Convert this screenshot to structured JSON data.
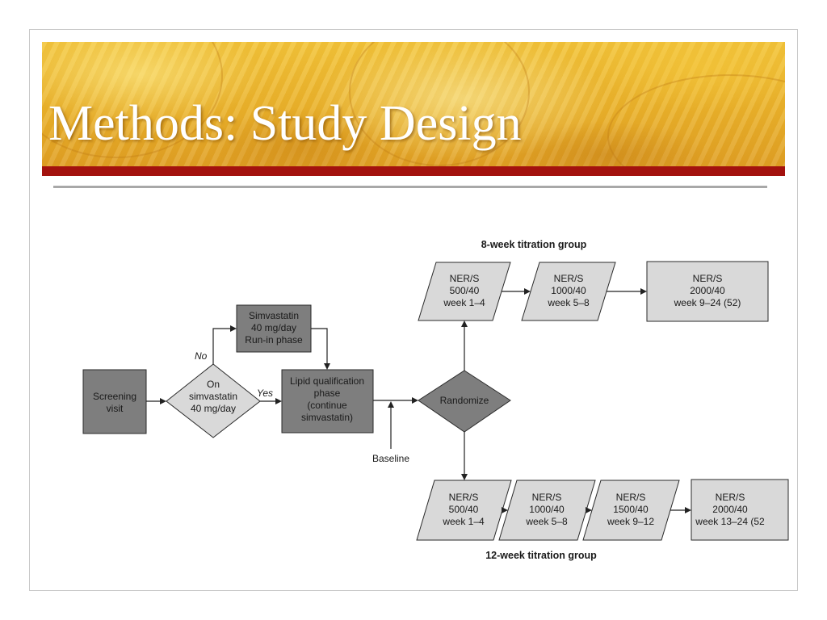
{
  "slide": {
    "title": "Methods: Study Design"
  },
  "diagram": {
    "nodes": {
      "screening": [
        "Screening",
        "visit"
      ],
      "on_simva": [
        "On",
        "simvastatin",
        "40 mg/day"
      ],
      "runin": [
        "Simvastatin",
        "40 mg/day",
        "Run-in phase"
      ],
      "lipid": [
        "Lipid qualification",
        "phase",
        "(continue",
        "simvastatin)"
      ],
      "randomize": [
        "Randomize"
      ],
      "g8_1": [
        "NER/S",
        "500/40",
        "week 1–4"
      ],
      "g8_2": [
        "NER/S",
        "1000/40",
        "week 5–8"
      ],
      "g8_3": [
        "NER/S",
        "2000/40",
        "week 9–24 (52)"
      ],
      "g12_1": [
        "NER/S",
        "500/40",
        "week 1–4"
      ],
      "g12_2": [
        "NER/S",
        "1000/40",
        "week 5–8"
      ],
      "g12_3": [
        "NER/S",
        "1500/40",
        "week 9–12"
      ],
      "g12_4": [
        "NER/S",
        "2000/40",
        "week 13–24 (52"
      ]
    },
    "edge_labels": {
      "no": "No",
      "yes": "Yes",
      "baseline": "Baseline"
    },
    "groups": {
      "eight_week": "8-week titration group",
      "twelve_week": "12-week titration group"
    }
  }
}
